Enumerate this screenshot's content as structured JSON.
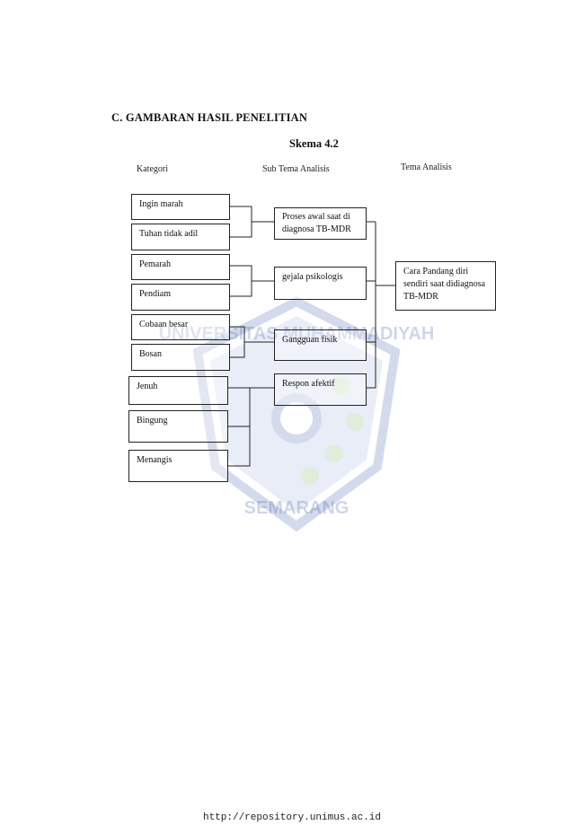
{
  "section_heading": "C.   GAMBARAN HASIL PENELITIAN",
  "schema_title": "Skema 4.2",
  "columns": {
    "kategori": "Kategori",
    "sub_tema": "Sub Tema Analisis",
    "tema": "Tema Analisis"
  },
  "kategori": [
    "Ingin marah",
    "Tuhan tidak adil",
    "Pemarah",
    "Pendiam",
    "Cobaan besar",
    "Bosan",
    "Jenuh",
    "Bingung",
    "Menangis"
  ],
  "sub_tema": [
    "Proses awal saat di diagnosa TB-MDR",
    "gejala psikologis",
    "Gangguan fisik",
    "Respon afektif"
  ],
  "tema": "Cara Pandang diri sendiri saat didiagnosa TB-MDR",
  "watermark": {
    "top_text": "UNIVERSITAS MUHAMMADIYAH",
    "bottom_text": "SEMARANG",
    "color": "#2b4aa0"
  },
  "footer_url": "http://repository.unimus.ac.id"
}
